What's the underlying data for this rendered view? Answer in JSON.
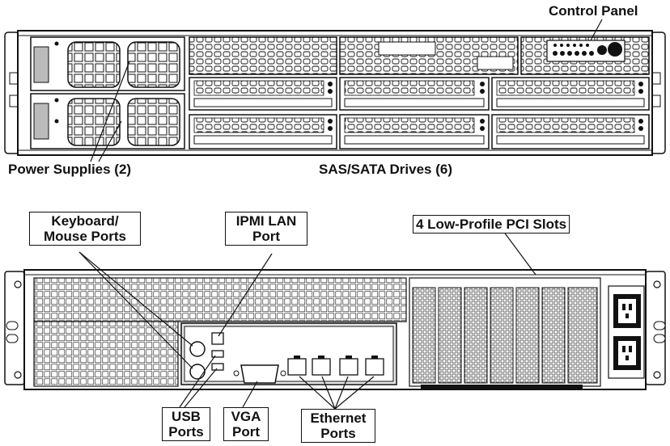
{
  "labels": {
    "control_panel": "Control Panel",
    "power_supplies": "Power Supplies (2)",
    "sas_sata_drives": "SAS/SATA Drives (6)",
    "keyboard_mouse_line1": "Keyboard/",
    "keyboard_mouse_line2": "Mouse Ports",
    "ipmi_line1": "IPMI LAN",
    "ipmi_line2": "Port",
    "pci_slots": "4 Low-Profile PCI Slots",
    "usb_line1": "USB",
    "usb_line2": "Ports",
    "vga_line1": "VGA",
    "vga_line2": "Port",
    "ethernet_line1": "Ethernet",
    "ethernet_line2": "Ports"
  },
  "colors": {
    "ink": "#111111",
    "chassis": "#ffffff",
    "mesh": "#d9d9d9",
    "shadow": "#9a9a9a"
  }
}
